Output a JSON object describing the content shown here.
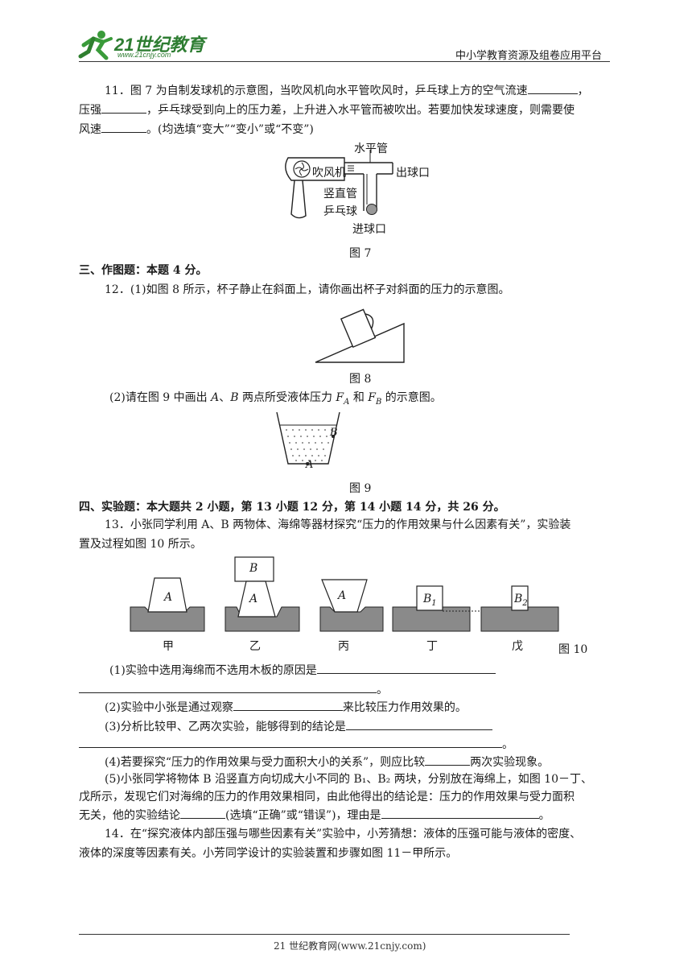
{
  "header": {
    "logo_text": "21世纪教育",
    "logo_url": "www.21cnjy.com",
    "platform": "中小学教育资源及组卷应用平台"
  },
  "q11": {
    "line1": "11．图 7 为自制发球机的示意图，当吹风机向水平管吹风时，乒乓球上方的空气流速",
    "line1_end": "，",
    "line2a": "压强",
    "line2b": "，乒乓球受到向上的压力差，上升进入水平管而被吹出。若要加快发球速度，则需要使",
    "line3a": "风速",
    "line3b": "。(均选填“变大”“变小”或“不变”)"
  },
  "fig7": {
    "horizontal_pipe": "水平管",
    "hair_dryer": "吹风机",
    "exit": "出球口",
    "vertical_pipe": "竖直管",
    "ball": "乒乓球",
    "entry": "进球口",
    "caption": "图 7"
  },
  "sec3": "三、作图题：本题 4 分。",
  "q12": {
    "line1": "12．(1)如图 8 所示，杯子静止在斜面上，请你画出杯子对斜面的压力的示意图。",
    "fig8_caption": "图 8",
    "line2a": "(2)请在图 9 中画出 ",
    "line2_A": "A",
    "line2b": "、",
    "line2_B": "B",
    "line2c": " 两点所受液体压力 ",
    "F": "F",
    "sub_A": "A",
    "and": " 和 ",
    "sub_B": "B",
    "line2d": " 的示意图。",
    "fig9_label_A": "A",
    "fig9_label_B": "B",
    "fig9_caption": "图 9"
  },
  "sec4": "四、实验题：本大题共 2 小题，第 13 小题 12 分，第 14 小题 14 分，共 26 分。",
  "q13": {
    "line1": "13．小张同学利用 A、B 两物体、海绵等器材探究“压力的作用效果与什么因素有关”，实验装",
    "line2": "置及过程如图 10 所示。",
    "fig10": {
      "jia": "甲",
      "yi": "乙",
      "bing": "丙",
      "ding": "丁",
      "wu": "戊",
      "A": "A",
      "B": "B",
      "B1": "B",
      "B1_sub": "1",
      "B2": "B",
      "B2_sub": "2",
      "caption": "图 10"
    },
    "p1a": "(1)实验中选用海绵而不选用木板的原因是",
    "p1b": "。",
    "p2a": "(2)实验中小张是通过观察",
    "p2b": "来比较压力作用效果的。",
    "p3a": "(3)分析比较甲、乙两次实验，能够得到的结论是",
    "p3b": "。",
    "p4a": "(4)若要探究“压力的作用效果与受力面积大小的关系”，则应比较",
    "p4b": "两次实验现象。",
    "p5a": "(5)小张同学将物体 B 沿竖直方向切成大小不同的 B₁、B₂ 两块，分别放在海绵上，如图 10－丁、",
    "p5b": "戊所示，发现它们对海绵的压力的作用效果相同，由此他得出的结论是：压力的作用效果与受力面积",
    "p5c": "无关，他的实验结论",
    "p5d": "(选填“正确”或“错误”)，理由是",
    "p5e": "。"
  },
  "q14": {
    "line1": "14．在“探究液体内部压强与哪些因素有关”实验中，小芳猜想：液体的压强可能与液体的密度、",
    "line2": "液体的深度等因素有关。小芳同学设计的实验装置和步骤如图 11－甲所示。"
  },
  "footer": "21 世纪教育网(www.21cnjy.com)"
}
